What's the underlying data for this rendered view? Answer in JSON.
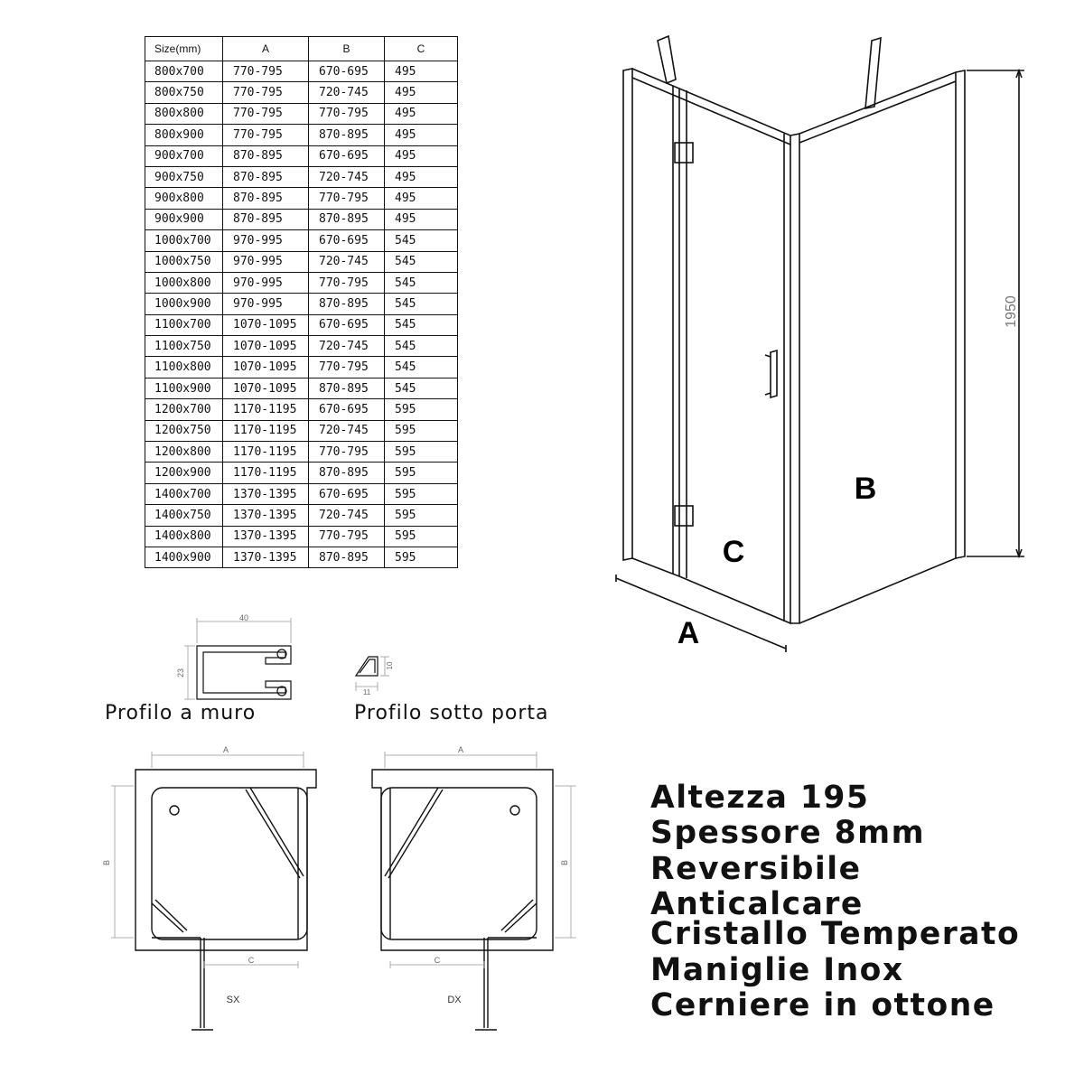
{
  "size_table": {
    "headers": [
      "Size(mm)",
      "A",
      "B",
      "C"
    ],
    "rows": [
      [
        "800x700",
        "770-795",
        "670-695",
        "495"
      ],
      [
        "800x750",
        "770-795",
        "720-745",
        "495"
      ],
      [
        "800x800",
        "770-795",
        "770-795",
        "495"
      ],
      [
        "800x900",
        "770-795",
        "870-895",
        "495"
      ],
      [
        "900x700",
        "870-895",
        "670-695",
        "495"
      ],
      [
        "900x750",
        "870-895",
        "720-745",
        "495"
      ],
      [
        "900x800",
        "870-895",
        "770-795",
        "495"
      ],
      [
        "900x900",
        "870-895",
        "870-895",
        "495"
      ],
      [
        "1000x700",
        "970-995",
        "670-695",
        "545"
      ],
      [
        "1000x750",
        "970-995",
        "720-745",
        "545"
      ],
      [
        "1000x800",
        "970-995",
        "770-795",
        "545"
      ],
      [
        "1000x900",
        "970-995",
        "870-895",
        "545"
      ],
      [
        "1100x700",
        "1070-1095",
        "670-695",
        "545"
      ],
      [
        "1100x750",
        "1070-1095",
        "720-745",
        "545"
      ],
      [
        "1100x800",
        "1070-1095",
        "770-795",
        "545"
      ],
      [
        "1100x900",
        "1070-1095",
        "870-895",
        "545"
      ],
      [
        "1200x700",
        "1170-1195",
        "670-695",
        "595"
      ],
      [
        "1200x750",
        "1170-1195",
        "720-745",
        "595"
      ],
      [
        "1200x800",
        "1170-1195",
        "770-795",
        "595"
      ],
      [
        "1200x900",
        "1170-1195",
        "870-895",
        "595"
      ],
      [
        "1400x700",
        "1370-1395",
        "670-695",
        "595"
      ],
      [
        "1400x750",
        "1370-1395",
        "720-745",
        "595"
      ],
      [
        "1400x800",
        "1370-1395",
        "770-795",
        "595"
      ],
      [
        "1400x900",
        "1370-1395",
        "870-895",
        "595"
      ]
    ]
  },
  "perspective": {
    "height_dim": "1950",
    "label_a": "A",
    "label_b": "B",
    "label_c": "C"
  },
  "profiles": {
    "wall_label": "Profilo a muro",
    "wall_width": "40",
    "wall_height": "23",
    "door_label": "Profilo sotto porta",
    "door_width": "11",
    "door_height": "10"
  },
  "plans": {
    "left": {
      "label": "SX",
      "dim_a": "A",
      "dim_b": "B",
      "dim_c": "C"
    },
    "right": {
      "label": "DX",
      "dim_a": "A",
      "dim_b": "B",
      "dim_c": "C"
    }
  },
  "features": [
    "Altezza 195",
    "Spessore 8mm",
    "Reversibile",
    "Anticalcare",
    "Cristallo Temperato",
    "Maniglie Inox",
    "Cerniere in ottone"
  ]
}
